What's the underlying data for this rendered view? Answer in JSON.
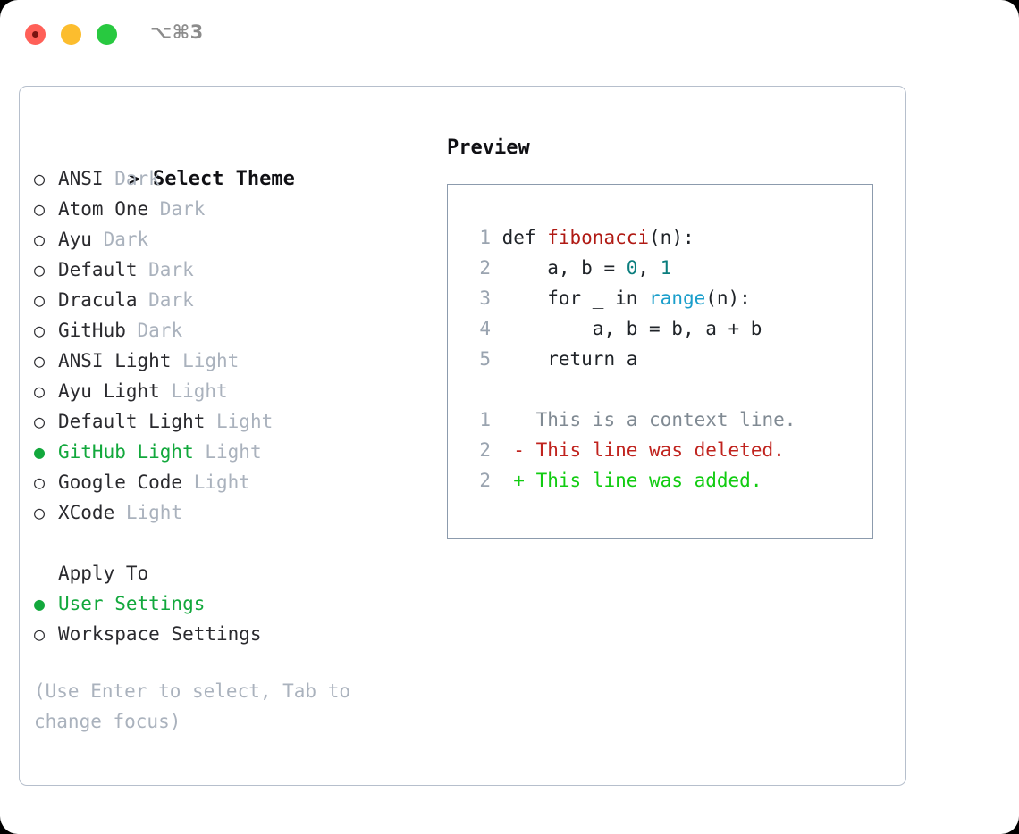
{
  "titlebar": {
    "shortcut": "⌥⌘3",
    "lights": [
      "close",
      "minimize",
      "maximize"
    ]
  },
  "theme_list": {
    "header_marker": ">",
    "header_label": "Select Theme",
    "items": [
      {
        "marker": "○",
        "name": "ANSI",
        "variant": "Dark",
        "selected": false
      },
      {
        "marker": "○",
        "name": "Atom One",
        "variant": "Dark",
        "selected": false
      },
      {
        "marker": "○",
        "name": "Ayu",
        "variant": "Dark",
        "selected": false
      },
      {
        "marker": "○",
        "name": "Default",
        "variant": "Dark",
        "selected": false
      },
      {
        "marker": "○",
        "name": "Dracula",
        "variant": "Dark",
        "selected": false
      },
      {
        "marker": "○",
        "name": "GitHub",
        "variant": "Dark",
        "selected": false
      },
      {
        "marker": "○",
        "name": "ANSI Light",
        "variant": "Light",
        "selected": false
      },
      {
        "marker": "○",
        "name": "Ayu Light",
        "variant": "Light",
        "selected": false
      },
      {
        "marker": "○",
        "name": "Default Light",
        "variant": "Light",
        "selected": false
      },
      {
        "marker": "●",
        "name": "GitHub Light",
        "variant": "Light",
        "selected": true
      },
      {
        "marker": "○",
        "name": "Google Code",
        "variant": "Light",
        "selected": false
      },
      {
        "marker": "○",
        "name": "XCode",
        "variant": "Light",
        "selected": false
      }
    ]
  },
  "apply_to": {
    "header_label": "Apply To",
    "items": [
      {
        "marker": "●",
        "name": "User Settings",
        "selected": true
      },
      {
        "marker": "○",
        "name": "Workspace Settings",
        "selected": false
      }
    ]
  },
  "hint": "(Use Enter to select, Tab to change focus)",
  "preview": {
    "title": "Preview",
    "code_lines": [
      {
        "num": "1",
        "tokens": [
          {
            "t": "def ",
            "c": "tok-def"
          },
          {
            "t": "fibonacci",
            "c": "tok-fn"
          },
          {
            "t": "(n):",
            "c": "tok-plain"
          }
        ]
      },
      {
        "num": "2",
        "tokens": [
          {
            "t": "    a, b = ",
            "c": "tok-plain"
          },
          {
            "t": "0",
            "c": "tok-num"
          },
          {
            "t": ", ",
            "c": "tok-plain"
          },
          {
            "t": "1",
            "c": "tok-num"
          }
        ]
      },
      {
        "num": "3",
        "tokens": [
          {
            "t": "    for _ in ",
            "c": "tok-plain"
          },
          {
            "t": "range",
            "c": "tok-call"
          },
          {
            "t": "(n):",
            "c": "tok-plain"
          }
        ]
      },
      {
        "num": "4",
        "tokens": [
          {
            "t": "        a, b = b, a + b",
            "c": "tok-plain"
          }
        ]
      },
      {
        "num": "5",
        "tokens": [
          {
            "t": "    return a",
            "c": "tok-plain"
          }
        ]
      }
    ],
    "diff_lines": [
      {
        "num": "1",
        "sign": " ",
        "text": " This is a context line.",
        "c": "diff-ctx"
      },
      {
        "num": "2",
        "sign": "-",
        "text": " This line was deleted.",
        "c": "diff-del"
      },
      {
        "num": "2",
        "sign": "+",
        "text": " This line was added.",
        "c": "diff-add"
      }
    ]
  },
  "colors": {
    "selected_green": "#12a83c",
    "added_green": "#11cc11",
    "deleted_red": "#c0231e",
    "muted": "#aab2bd",
    "function_red": "#b01a14",
    "number_teal": "#0a7d7d",
    "call_blue": "#1a9ecb",
    "border": "#b6bfcc",
    "preview_border": "#8c9bad"
  }
}
